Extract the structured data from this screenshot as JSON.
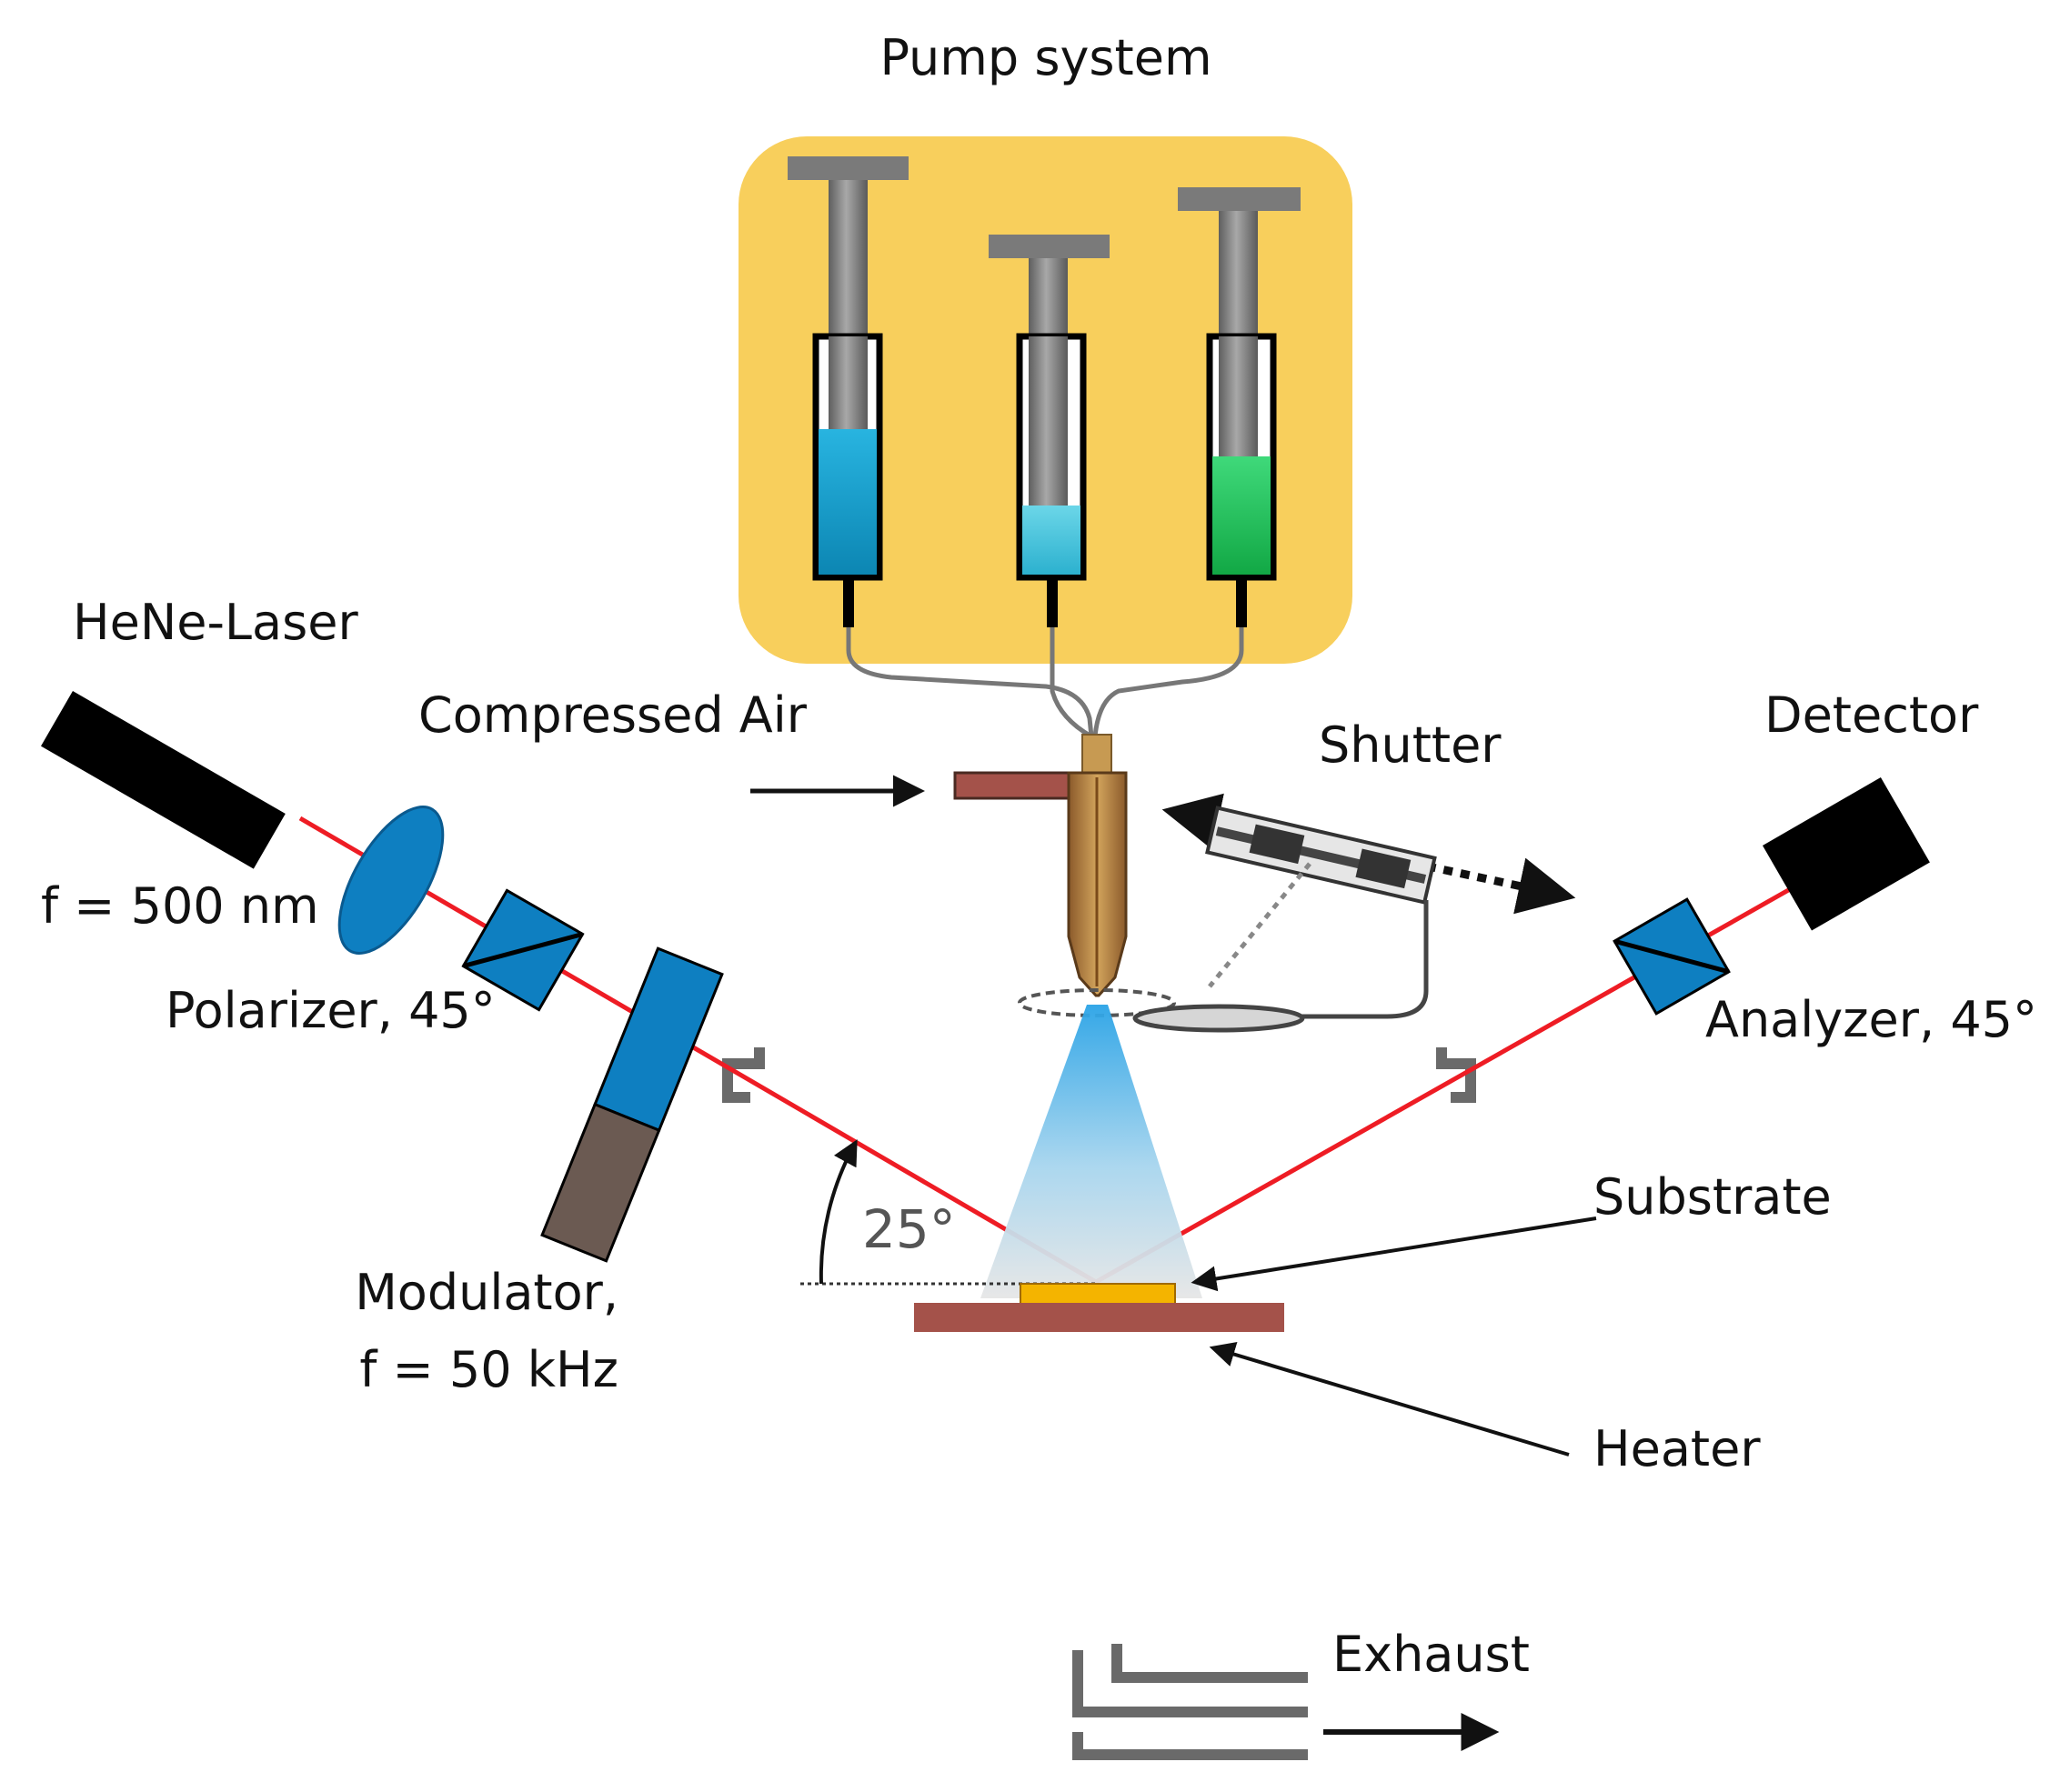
{
  "labels": {
    "pump_system": "Pump system",
    "laser": "HeNe-Laser",
    "lens": "f = 500 nm",
    "polarizer": "Polarizer, 45°",
    "modulator_line1": "Modulator,",
    "modulator_line2": "f = 50 kHz",
    "compressed_air": "Compressed Air",
    "shutter": "Shutter",
    "detector": "Detector",
    "analyzer": "Analyzer, 45°",
    "angle": "25°",
    "substrate": "Substrate",
    "heater": "Heater",
    "exhaust": "Exhaust"
  },
  "colors": {
    "pump_box": "#f8cf5c",
    "laser_beam": "#ee1c24",
    "optics_blue": "#0e7fc1",
    "heater": "#a4524a",
    "substrate": "#f4b400",
    "chamber": "#6a6a6a",
    "fluid_blue": "#1e9fd0",
    "fluid_light_blue": "#46c6dc",
    "fluid_green": "#1fc05a",
    "nozzle": "#c79a52",
    "spray": "#3aa9e3"
  },
  "icons": {
    "laser": "laser-icon",
    "lens": "lens-icon",
    "polarizer": "polarizer-icon",
    "modulator": "modulator-icon",
    "detector": "detector-icon",
    "analyzer": "analyzer-icon",
    "shutter": "shutter-icon",
    "syringe": "syringe-icon",
    "nozzle": "nozzle-icon"
  }
}
